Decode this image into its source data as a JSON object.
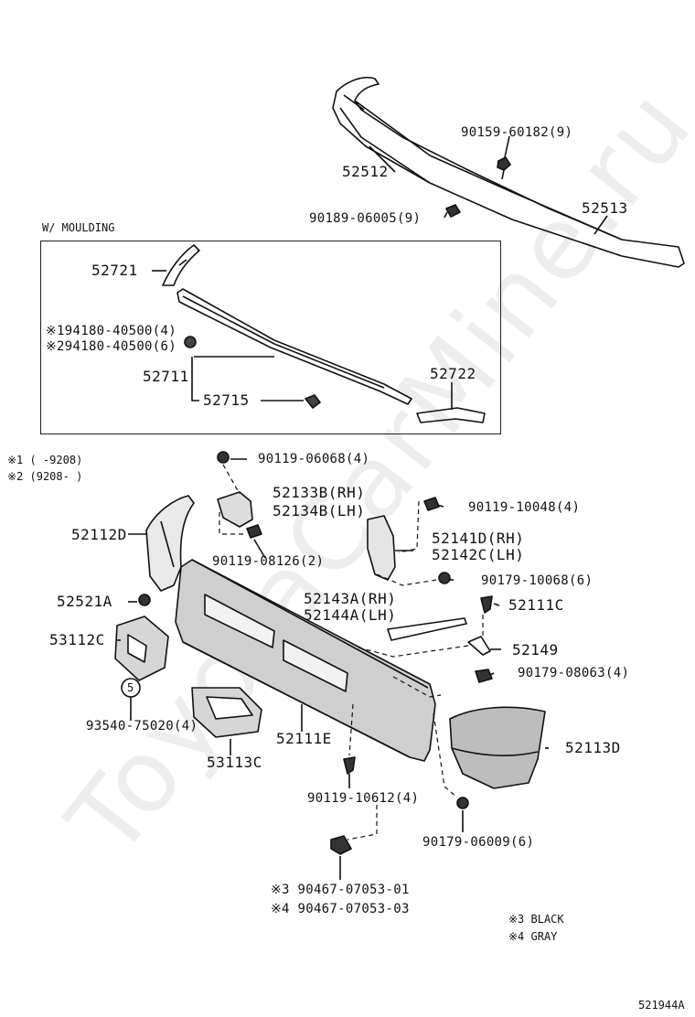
{
  "watermark": "ToyotaCarMine.ru",
  "moulding_header": "W/ MOULDING",
  "notes": {
    "note1": "※1 (     -9208)",
    "note2": "※2 (9208-     )",
    "note3": "※3 BLACK",
    "note4": "※4 GRAY"
  },
  "figure_id": "521944A",
  "labels": {
    "p52512": "52512",
    "p52513": "52513",
    "p90159": "90159-60182(9)",
    "p90189": "90189-06005(9)",
    "p52721": "52721",
    "p94180_1": "※194180-40500(4)",
    "p94180_2": "※294180-40500(6)",
    "p52711": "52711",
    "p52715": "52715",
    "p52722": "52722",
    "p90119_06068": "90119-06068(4)",
    "p52133b": "52133B(RH)",
    "p52134b": "52134B(LH)",
    "p90119_10048": "90119-10048(4)",
    "p52112d": "52112D",
    "p52141d": "52141D(RH)",
    "p52142c": "52142C(LH)",
    "p90119_08126": "90119-08126(2)",
    "p90179_10068": "90179-10068(6)",
    "p52521a": "52521A",
    "p52143a": "52143A(RH)",
    "p52144a": "52144A(LH)",
    "p52111c": "52111C",
    "p53112c": "53112C",
    "p52149": "52149",
    "p90179_08063": "90179-08063(4)",
    "p93540": "93540-75020(4)",
    "p52111e": "52111E",
    "p52113d": "52113D",
    "p53113c": "53113C",
    "p90119_10612": "90119-10612(4)",
    "p90179_06009": "90179-06009(6)",
    "p90467_01": "※3 90467-07053-01",
    "p90467_03": "※4 90467-07053-03",
    "circle5": "5"
  }
}
